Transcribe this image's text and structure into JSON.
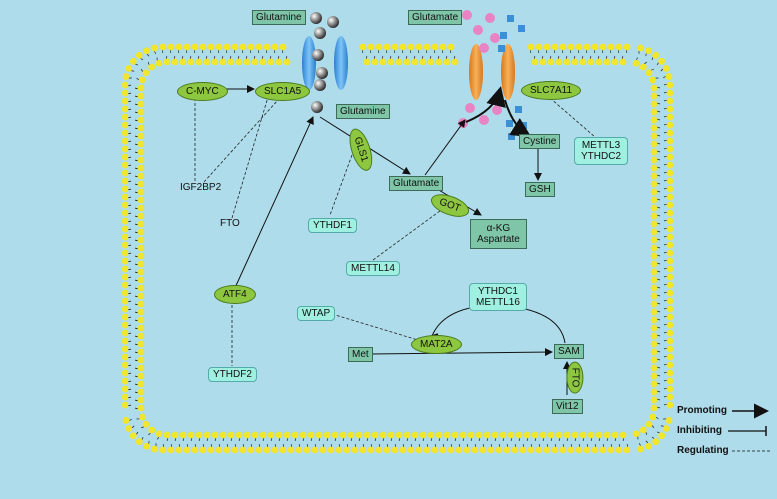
{
  "extracellular": {
    "glutamine_label": "Glutamine",
    "glutamate_label": "Glutamate"
  },
  "transporters": {
    "slc1a5": "SLC1A5",
    "slc7a11": "SLC7A11"
  },
  "nodes": {
    "c_myc": "C-MYC",
    "glutamine_inside": "Glutamine",
    "igf2bp2": "IGF2BP2",
    "fto_top": "FTO",
    "atf4": "ATF4",
    "ythdf2": "YTHDF2",
    "gls1": "GLS1",
    "ythdf1": "YTHDF1",
    "glutamate_inside": "Glutamate",
    "got": "GOT",
    "akg_line1": "α-KG",
    "akg_line2": "Aspartate",
    "mettl14": "METTL14",
    "cystine": "Cystine",
    "gsh": "GSH",
    "mettl3": "METTL3",
    "ythdc2": "YTHDC2",
    "ythdc1": "YTHDC1",
    "mettl16": "METTL16",
    "wtap": "WTAP",
    "mat2a": "MAT2A",
    "met": "Met",
    "sam": "SAM",
    "fto_vit": "FTO",
    "vit12": "Vit12"
  },
  "legend": {
    "promoting": "Promoting",
    "inhibiting": "Inhibiting",
    "regulating": "Regulating"
  },
  "colors": {
    "background": "#aedceb",
    "membrane_head": "#f2e62a",
    "node_green": "#8dc63f",
    "box_teal": "#7fc6a8",
    "box_cyan": "#9ff0e0",
    "transporter_blue": "#4da3e8",
    "transporter_orange": "#f0962a",
    "glutamate_pink": "#e884c4",
    "cystine_blue": "#3b8fd4"
  }
}
